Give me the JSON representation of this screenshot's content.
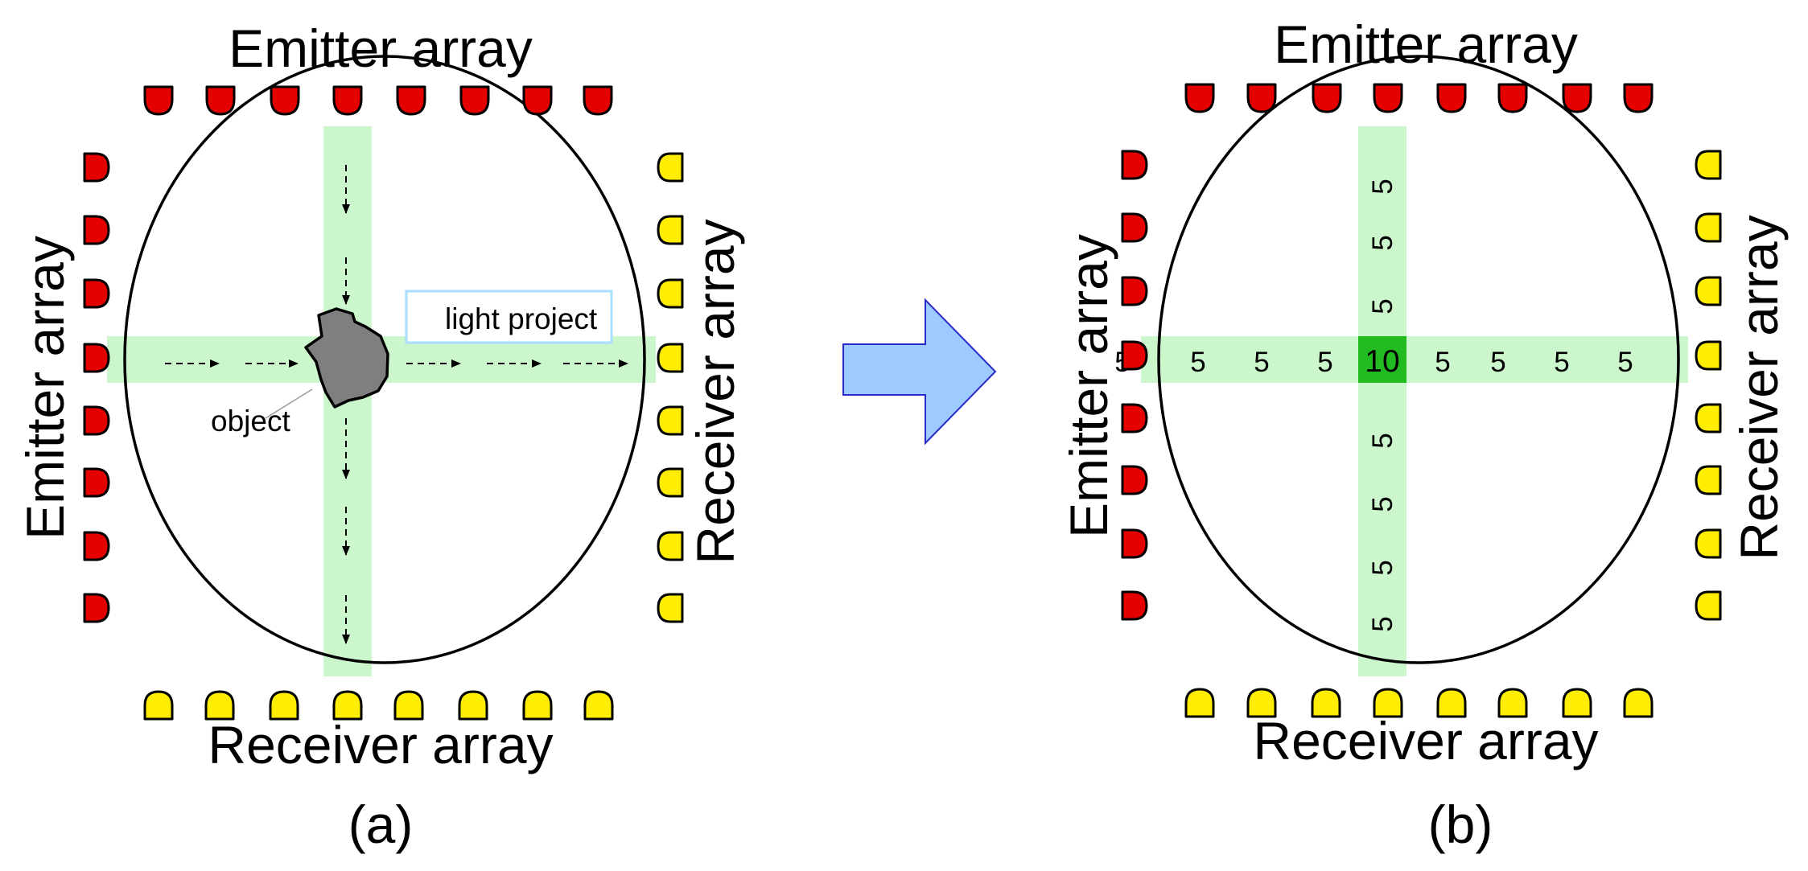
{
  "panel_a": {
    "emitter_top": "Emitter array",
    "emitter_left": "Emitter array",
    "receiver_right": "Receiver array",
    "receiver_bottom": "Receiver array",
    "object_label": "object",
    "light_label": "light project",
    "caption": "(a)"
  },
  "panel_b": {
    "emitter_top": "Emitter array",
    "emitter_left": "Emitter array",
    "receiver_right": "Receiver array",
    "receiver_bottom": "Receiver array",
    "caption": "(b)",
    "horizontal_values": [
      "5",
      "5",
      "5",
      "5",
      "10",
      "5",
      "5",
      "5",
      "5"
    ],
    "vertical_values": [
      "5",
      "5",
      "5",
      "5",
      "5",
      "5",
      "5"
    ]
  },
  "colors": {
    "emitter": "#e50000",
    "receiver": "#ffee00",
    "beam": "#ccf7cc",
    "overlap": "#22bb22",
    "object": "#7f7f7f",
    "arrow": "#9ecbff",
    "label_box": "#aaddff"
  }
}
